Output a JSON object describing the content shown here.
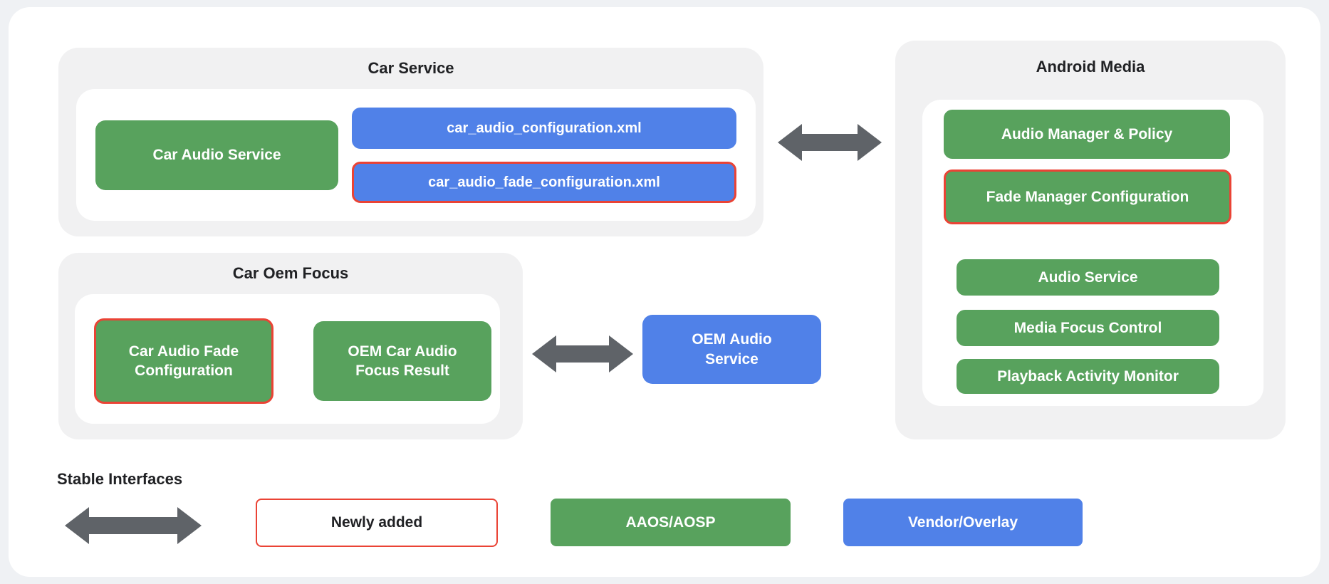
{
  "colors": {
    "page_background": "#eff1f4",
    "canvas_background": "#ffffff",
    "panel_background": "#f1f1f2",
    "aaos_green": "#58a25d",
    "vendor_blue": "#5081e8",
    "newly_added_red": "#ea4335",
    "arrow_gray": "#5f6368",
    "title_text": "#202124",
    "box_text": "#ffffff"
  },
  "panels": {
    "car_service": {
      "title": "Car Service",
      "boxes": {
        "car_audio_service": "Car Audio Service",
        "car_audio_configuration_xml": "car_audio_configuration.xml",
        "car_audio_fade_configuration_xml": "car_audio_fade_configuration.xml"
      }
    },
    "car_oem_focus": {
      "title": "Car Oem Focus",
      "boxes": {
        "car_audio_fade_configuration": "Car Audio Fade Configuration",
        "oem_car_audio_focus_result": "OEM Car Audio Focus Result"
      }
    },
    "android_media": {
      "title": "Android Media",
      "boxes": {
        "audio_manager_policy": "Audio Manager & Policy",
        "fade_manager_configuration": "Fade Manager Configuration",
        "audio_service": "Audio Service",
        "media_focus_control": "Media Focus Control",
        "playback_activity_monitor": "Playback Activity Monitor"
      }
    }
  },
  "standalone_boxes": {
    "oem_audio_service": "OEM Audio Service"
  },
  "legend": {
    "stable_interfaces": "Stable Interfaces",
    "newly_added": "Newly added",
    "aaos_aosp": "AAOS/AOSP",
    "vendor_overlay": "Vendor/Overlay"
  }
}
